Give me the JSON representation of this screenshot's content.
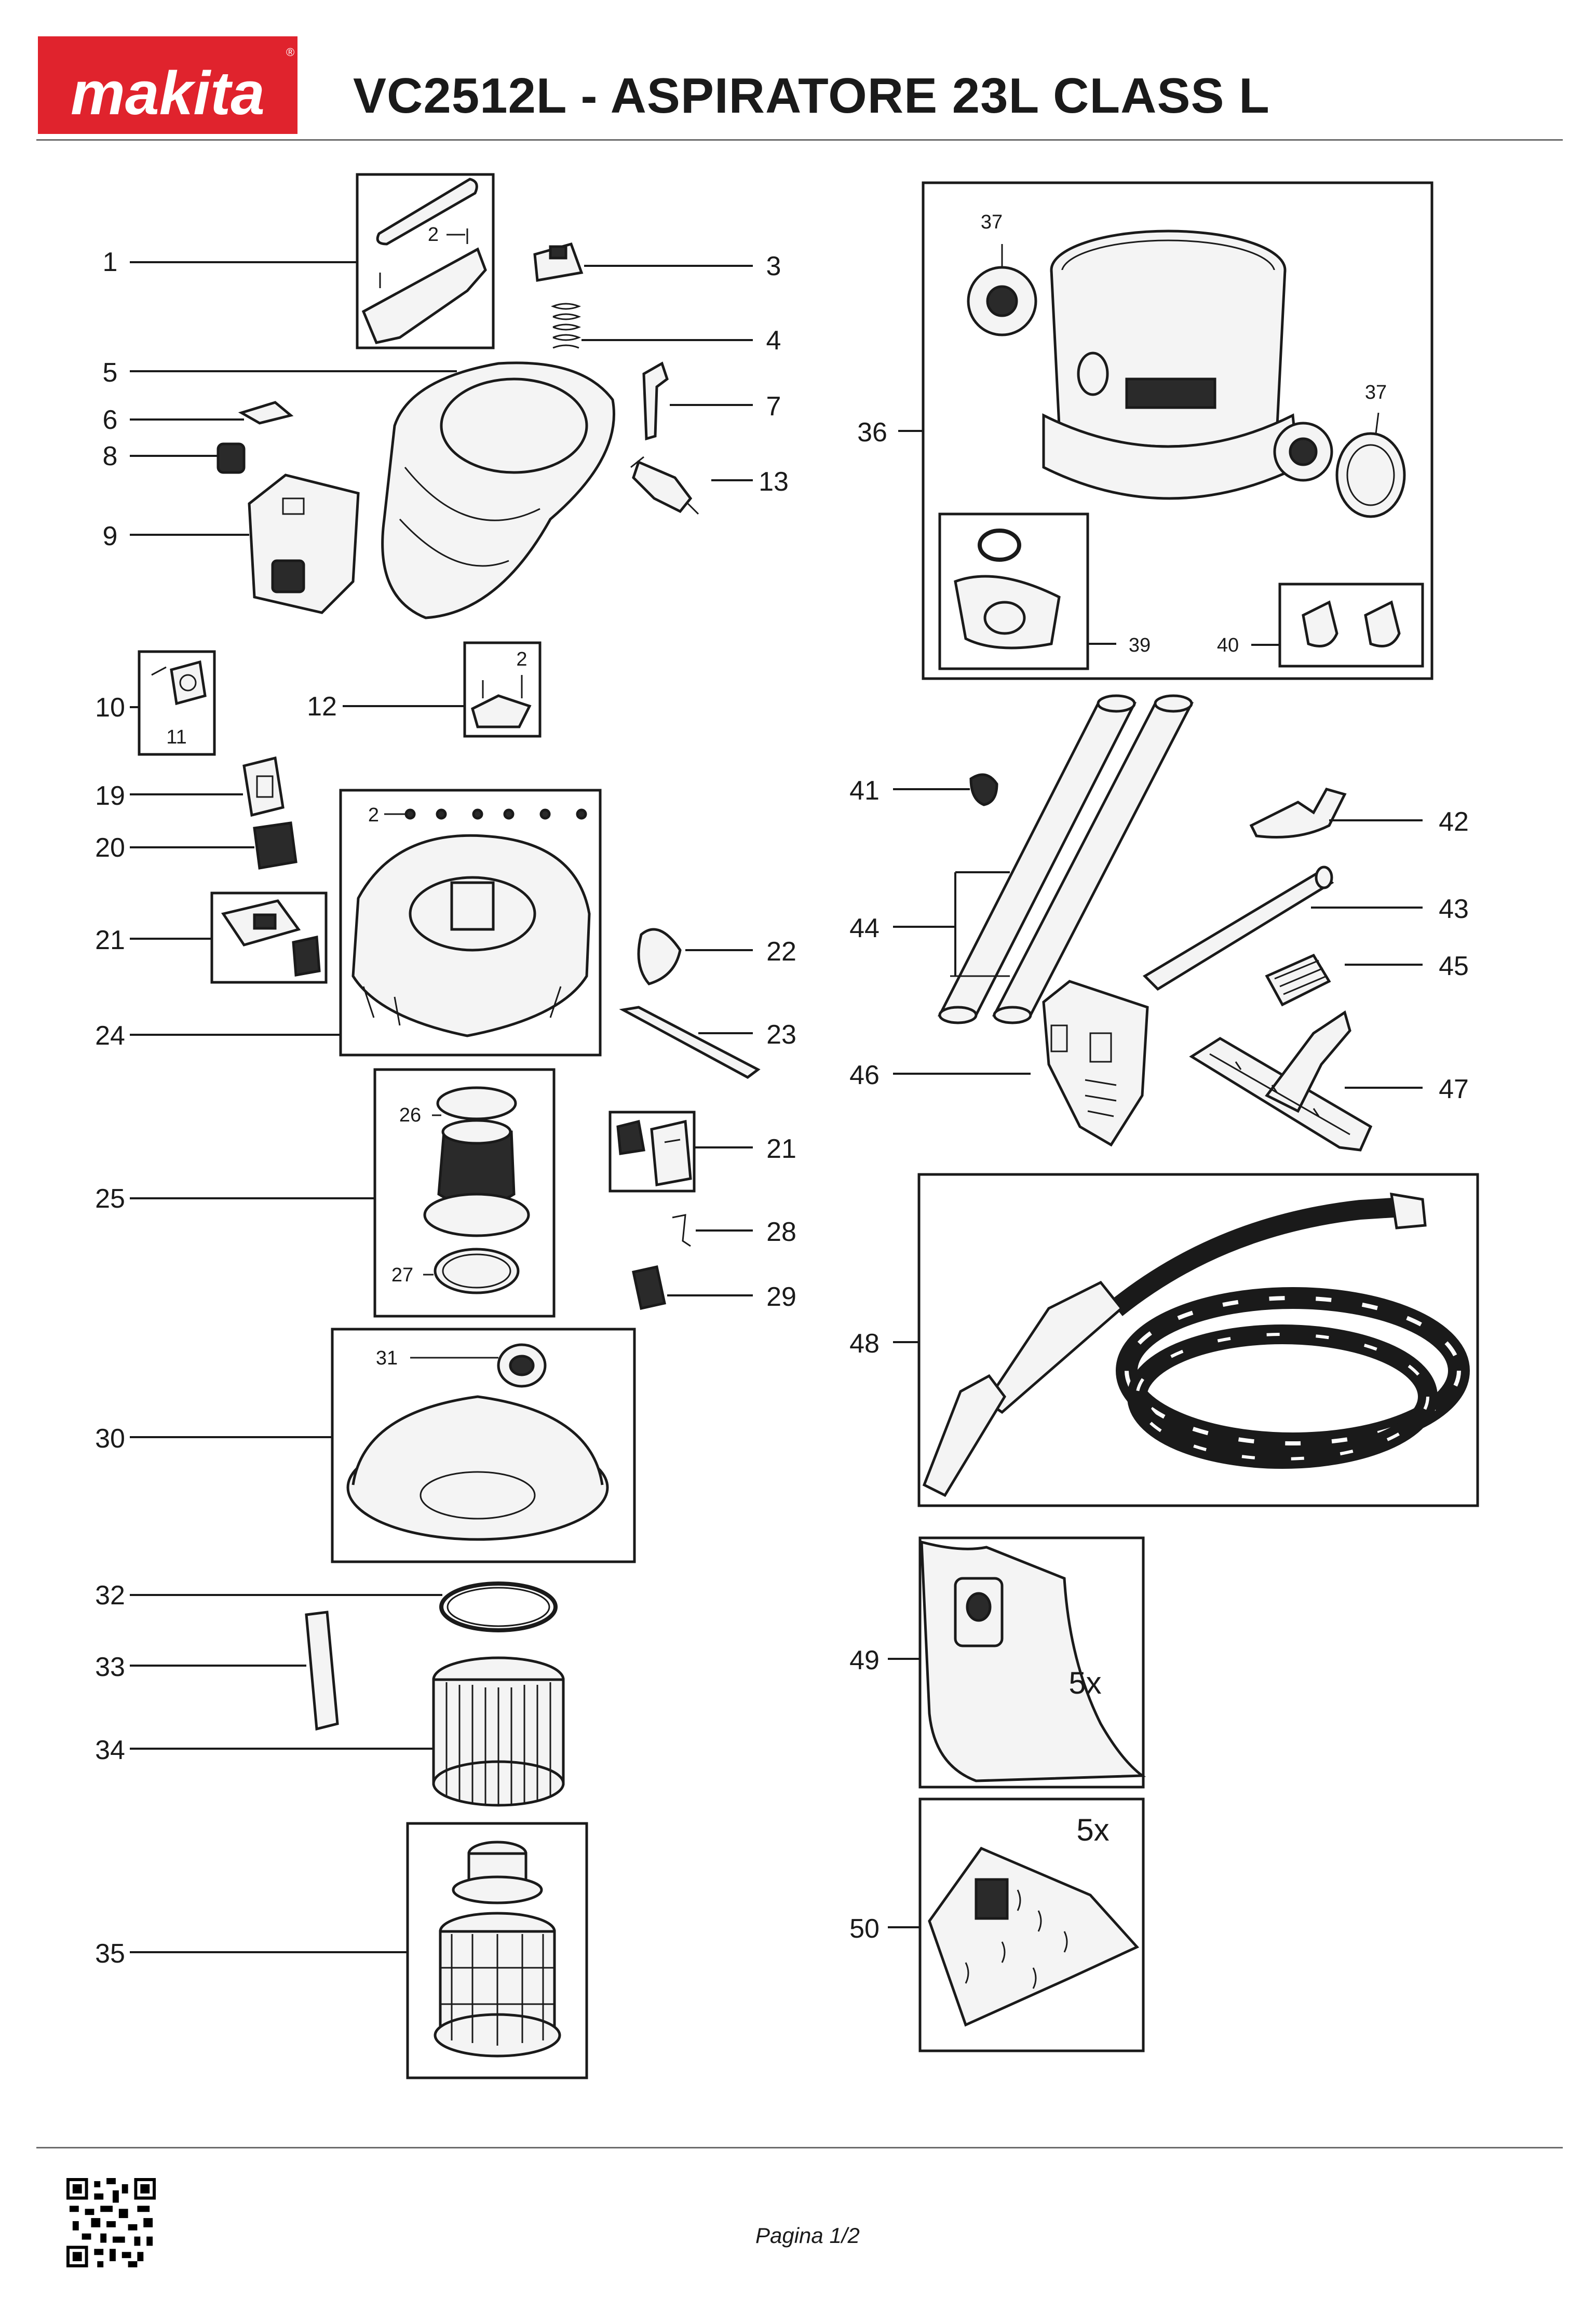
{
  "header": {
    "brand": "makita",
    "brand_color": "#e0232d",
    "title": "VC2512L - ASPIRATORE 23L CLASS L"
  },
  "diagram": {
    "callouts": {
      "c1": "1",
      "c2a": "2",
      "c3": "3",
      "c4": "4",
      "c5": "5",
      "c6": "6",
      "c7": "7",
      "c8": "8",
      "c9": "9",
      "c10": "10",
      "c11": "11",
      "c12": "12",
      "c2b": "2",
      "c13": "13",
      "c19": "19",
      "c20": "20",
      "c21a": "21",
      "c2c": "2",
      "c22": "22",
      "c24": "24",
      "c23": "23",
      "c25": "25",
      "c26": "26",
      "c27": "27",
      "c21b": "21",
      "c28": "28",
      "c29": "29",
      "c30": "30",
      "c31": "31",
      "c32": "32",
      "c33": "33",
      "c34": "34",
      "c35": "35",
      "c36": "36",
      "c37a": "37",
      "c37b": "37",
      "c39": "39",
      "c40": "40",
      "c41": "41",
      "c42": "42",
      "c43": "43",
      "c44": "44",
      "c45": "45",
      "c46": "46",
      "c47": "47",
      "c48": "48",
      "c49": "49",
      "c50": "50"
    },
    "bag_quantity_49": "5x",
    "bag_quantity_50": "5x"
  },
  "footer": {
    "page_label": "Pagina 1/2",
    "qr_icon": "qr-code-icon"
  }
}
